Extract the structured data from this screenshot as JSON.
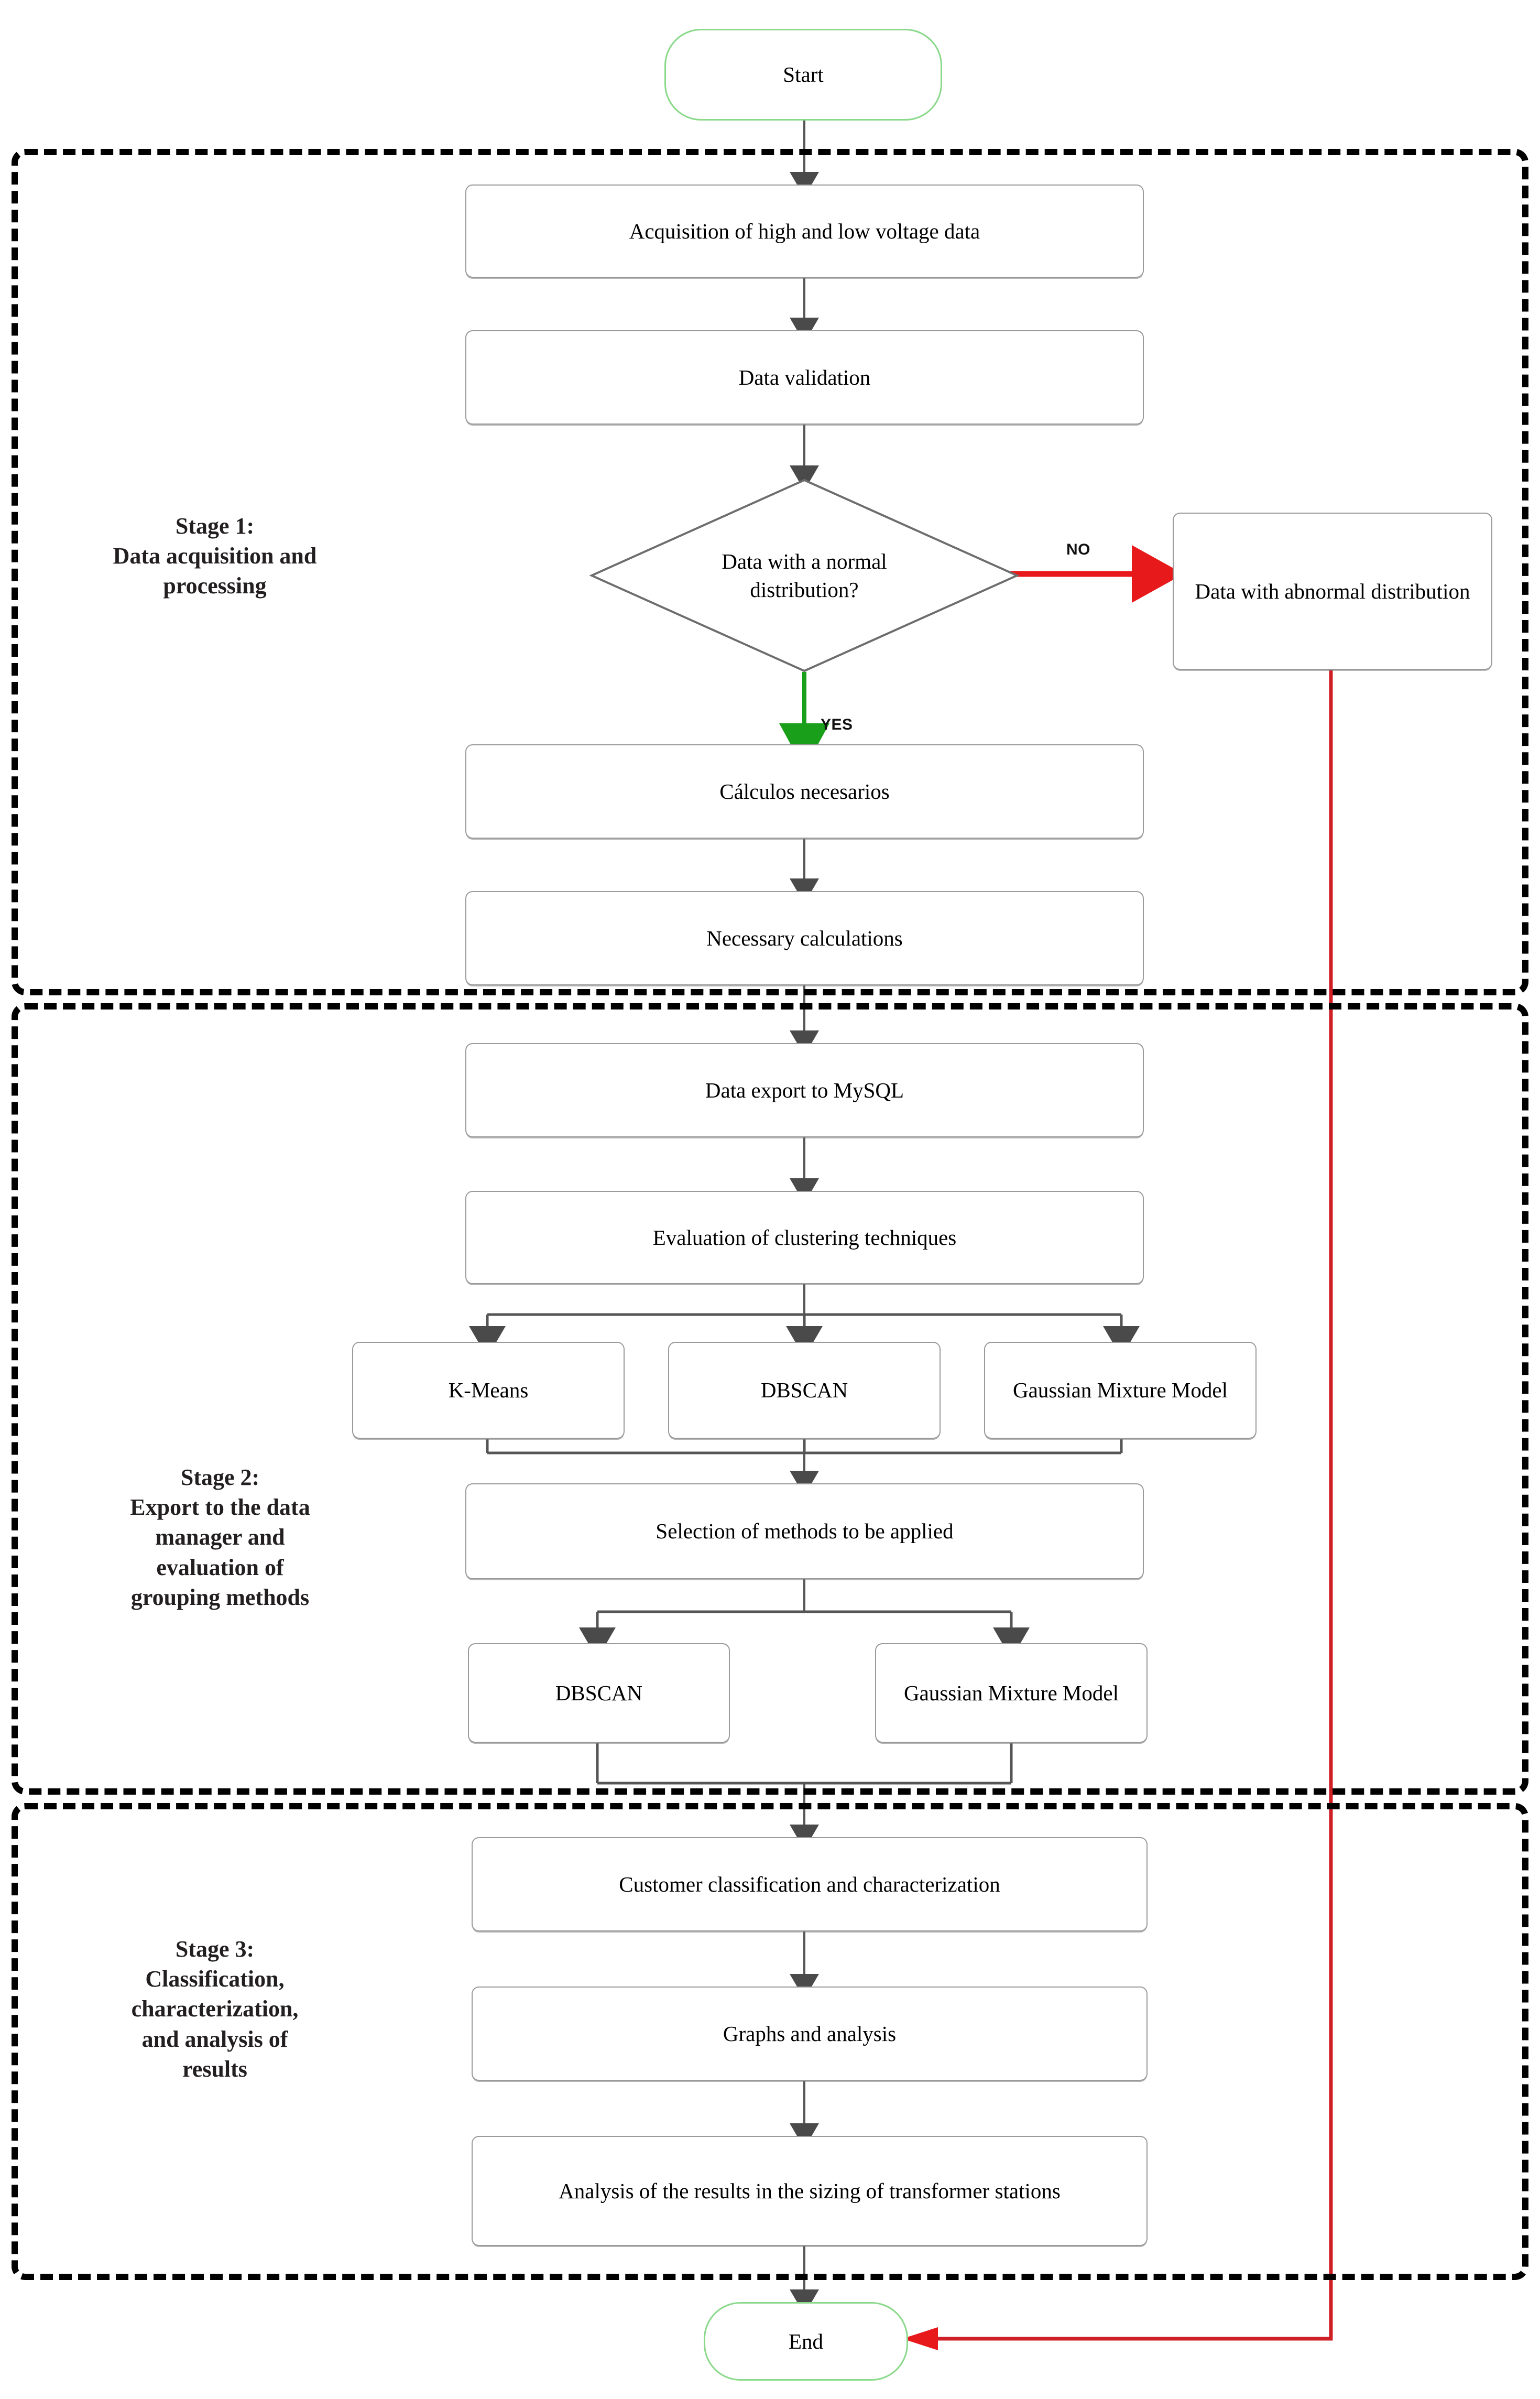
{
  "diagram": {
    "title": "Methodology flowchart",
    "colors": {
      "terminal_border": "#8ad98a",
      "process_border": "#9a9a9a",
      "connector": "#555555",
      "no_branch": "#e8191b",
      "yes_branch": "#1a9f1a",
      "stage_border": "#000000",
      "background": "#ffffff"
    }
  },
  "terminals": {
    "start": "Start",
    "end": "End"
  },
  "edge_labels": {
    "no": "NO",
    "yes": "YES"
  },
  "stages": [
    {
      "id": "stage-1",
      "heading": "Stage 1:",
      "name": "Data acquisition and processing",
      "label_lines": [
        "Stage 1:",
        "Data acquisition and",
        "processing"
      ]
    },
    {
      "id": "stage-2",
      "heading": "Stage 2:",
      "name": "Export to the data manager and evaluation of grouping methods",
      "label_lines": [
        "Stage 2:",
        "Export to the data",
        "manager and",
        "evaluation of",
        "grouping methods"
      ]
    },
    {
      "id": "stage-3",
      "heading": "Stage 3:",
      "name": "Classification, characterization, and analysis of results",
      "label_lines": [
        "Stage 3:",
        "Classification,",
        "characterization,",
        "and analysis of",
        "results"
      ]
    }
  ],
  "nodes": {
    "acquisition": "Acquisition of high and low voltage data",
    "validation": "Data validation",
    "decision": "Data with a normal distribution?",
    "decision_line1": "Data with a normal",
    "decision_line2": "distribution?",
    "abnormal": "Data with abnormal distribution",
    "calculos": "Cálculos necesarios",
    "necessary_calculations": "Necessary calculations",
    "export_mysql": "Data export to MySQL",
    "evaluation": "Evaluation of clustering techniques",
    "kmeans": "K-Means",
    "dbscan": "DBSCAN",
    "gmm": "Gaussian Mixture Model",
    "selection": "Selection of methods to be applied",
    "dbscan2": "DBSCAN",
    "gmm2": "Gaussian Mixture Model",
    "customer_classification": "Customer classification and characterization",
    "graphs": "Graphs and analysis",
    "sizing": "Analysis of the results in the sizing of transformer stations"
  }
}
